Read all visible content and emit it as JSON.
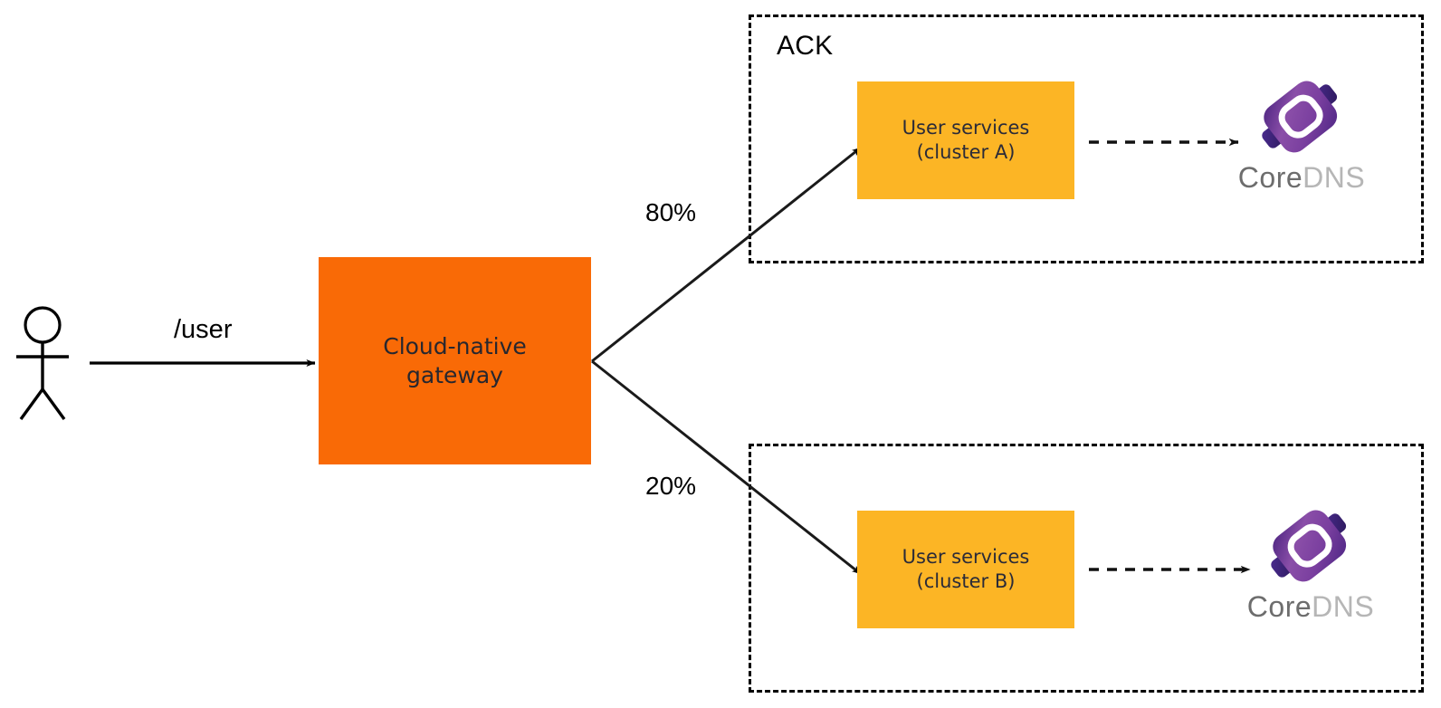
{
  "diagram": {
    "title": "Cloud-native gateway traffic split across ACK clusters",
    "background": "#ffffff",
    "colors": {
      "gateway_fill": "#F96A06",
      "service_fill": "#FCB525",
      "stroke": "#000000",
      "text_dark": "#232331",
      "coredns_purple_light": "#8B4FA8",
      "coredns_purple_mid": "#6A3A97",
      "coredns_purple_dark": "#3B1E6E",
      "coredns_word_core": "#6d6d6d",
      "coredns_word_dns": "#b6b6b6"
    }
  },
  "actor": {
    "name": "end-user",
    "icon": "stick-figure-icon"
  },
  "gateway": {
    "line1": "Cloud-native",
    "line2": "gateway"
  },
  "edges": {
    "request_label": "/user",
    "split_top": "80%",
    "split_bottom": "20%"
  },
  "groups": [
    {
      "id": "ack-top",
      "label": "ACK",
      "service": {
        "line1": "User services",
        "line2": "(cluster A)"
      },
      "dns": {
        "word_primary": "Core",
        "word_secondary": "DNS",
        "icon": "coredns-logo-icon"
      }
    },
    {
      "id": "ack-bottom",
      "label": "",
      "service": {
        "line1": "User services",
        "line2": "(cluster B)"
      },
      "dns": {
        "word_primary": "Core",
        "word_secondary": "DNS",
        "icon": "coredns-logo-icon"
      }
    }
  ]
}
